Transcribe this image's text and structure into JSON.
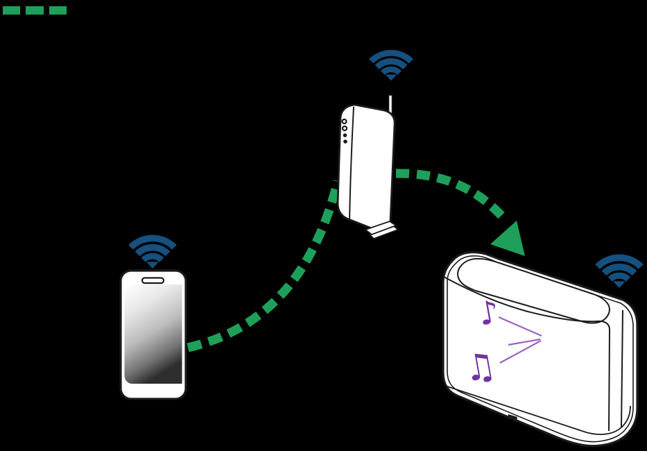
{
  "colors": {
    "background": "#000000",
    "green": "#1EA05B",
    "wifi_blue": "#15507F",
    "note_purple": "#7133A2",
    "line_purple": "#9A62C4",
    "outline": "#1A1A1A",
    "device_fill": "#FFFFFF"
  },
  "diagram": {
    "kind": "wireless-network-setup-illustration",
    "legend": {
      "style": "green-dashed-line-sample",
      "dash_count": 3
    },
    "nodes": [
      {
        "id": "smartphone",
        "icon": "smartphone-icon",
        "wifi": "wifi-signal-icon"
      },
      {
        "id": "router",
        "icon": "wifi-router-icon",
        "wifi": "wifi-signal-icon",
        "led_count": 4
      },
      {
        "id": "speaker",
        "icon": "wireless-speaker-icon",
        "wifi": "wifi-signal-icon"
      }
    ],
    "links": [
      {
        "from": "smartphone",
        "to": "router",
        "style": "green-dashed-curve",
        "arrowhead": false
      },
      {
        "from": "router",
        "to": "speaker",
        "style": "green-dashed-curve",
        "arrowhead": true
      }
    ]
  },
  "icons": {
    "wifi": "wifi-signal",
    "note_small": "♪",
    "note_double": "♫"
  }
}
